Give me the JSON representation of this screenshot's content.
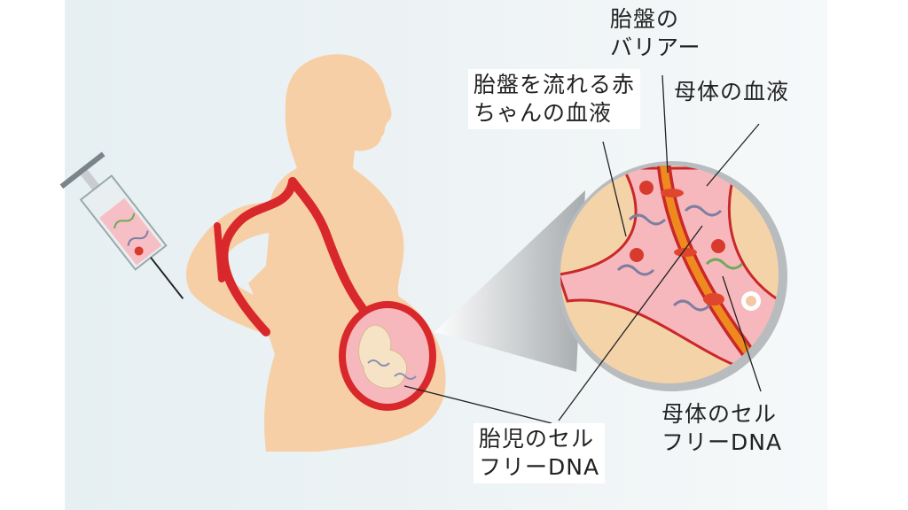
{
  "labels": {
    "placenta_barrier": [
      "胎盤の",
      "バリアー"
    ],
    "baby_blood": [
      "胎盤を流れる赤",
      "ちゃんの血液"
    ],
    "maternal_blood": "母体の血液",
    "fetal_cfdna": [
      "胎児のセル",
      "フリーDNA"
    ],
    "maternal_cfdna": [
      "母体のセル",
      "フリーDNA"
    ]
  },
  "colors": {
    "skin": "#f7cfa6",
    "vessel": "#d8282b",
    "blood": "#f7b8bd",
    "barrier": "#ee8a1e",
    "magnifier_bg": "#f5d3a8"
  }
}
